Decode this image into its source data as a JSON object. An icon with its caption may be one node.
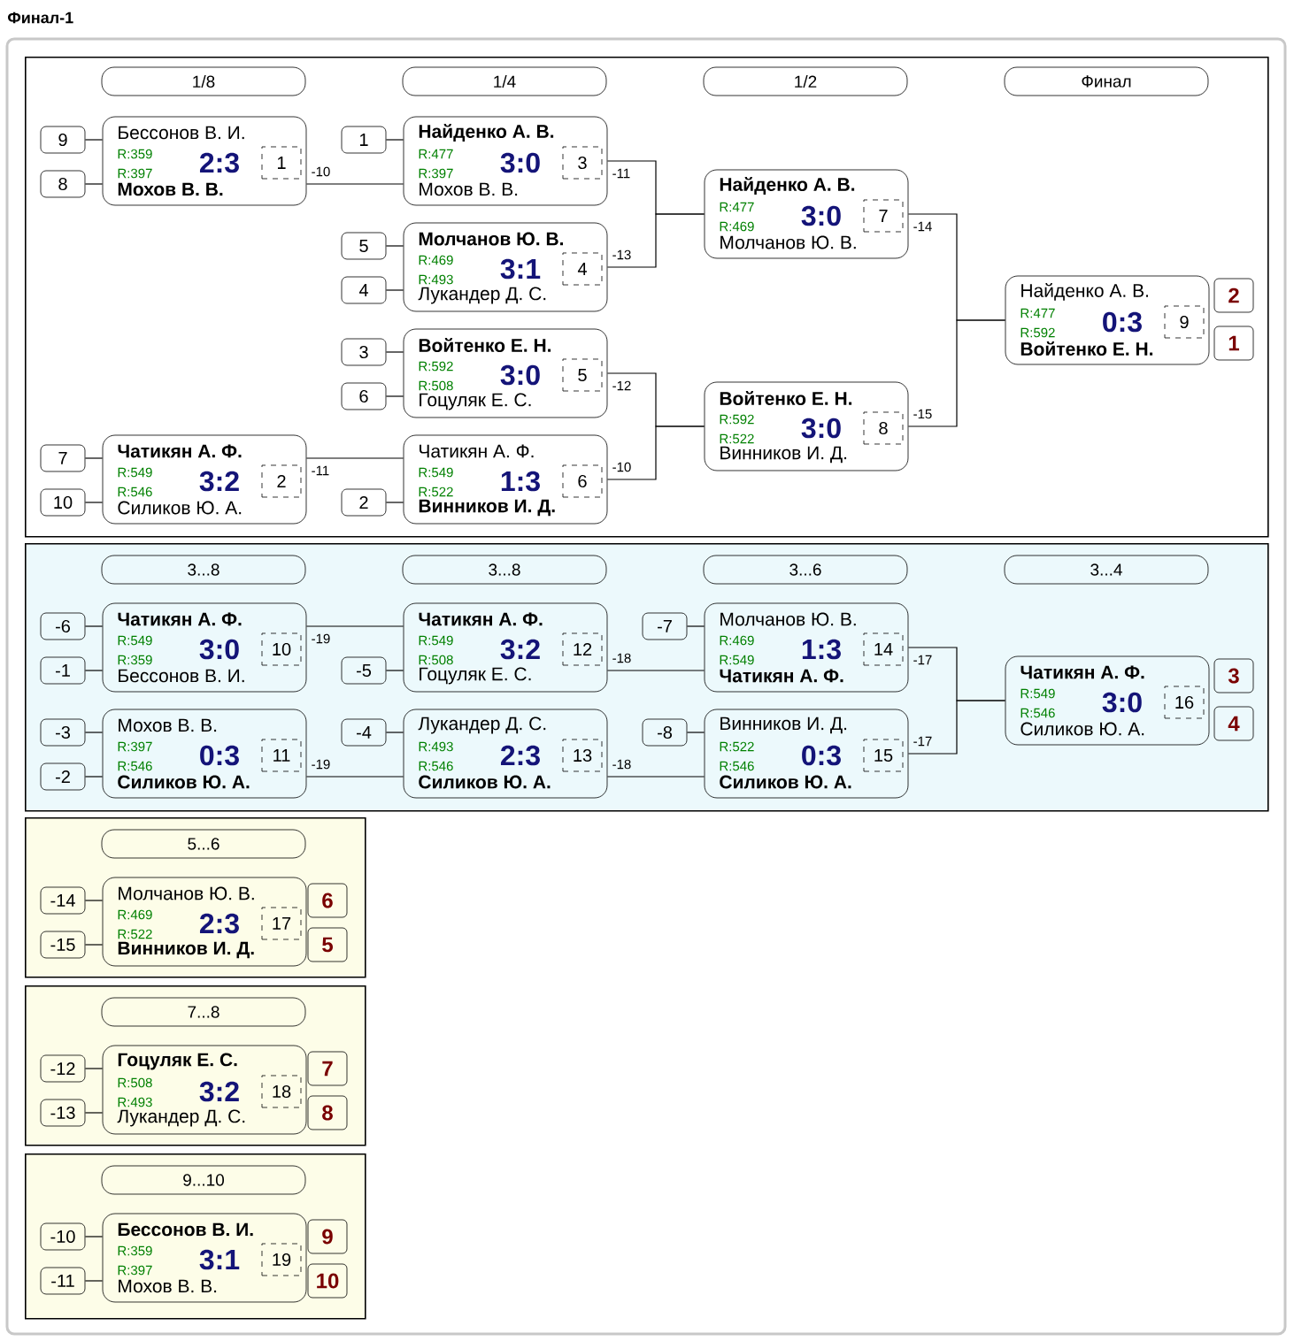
{
  "diagram": {
    "title": "Финал-1",
    "nodes": [
      {
        "text": [],
        "shape": "box"
      },
      {
        "text": [
          "1/8"
        ],
        "in": 0
      },
      {
        "text": [
          "1/4"
        ],
        "in": 0
      },
      {
        "text": [
          "1/2"
        ],
        "in": 0
      },
      {
        "text": [
          "Финал"
        ],
        "in": 0
      },
      {
        "text": [
          "9"
        ],
        "in": 0
      },
      {
        "text": [
          "Бессонов В. И.",
          "R:359",
          "2:3",
          "R:397",
          "Мохов В. В."
        ],
        "in": 0
      },
      {
        "text": [
          "1"
        ],
        "in": 6
      },
      {
        "text": [
          "1"
        ],
        "in": 0
      },
      {
        "text": [
          "Найденко А. В.",
          "R:477",
          "3:0",
          "R:397",
          "Мохов В. В."
        ],
        "in": 0
      },
      {
        "text": [
          "3"
        ],
        "in": 9
      },
      {
        "text": [
          "8"
        ],
        "in": 0
      },
      {
        "text": [
          "Найденко А. В.",
          "R:477",
          "3:0",
          "R:469",
          "Молчанов Ю. В."
        ],
        "in": 0
      },
      {
        "text": [
          "7"
        ],
        "in": 12
      },
      {
        "text": [
          "5"
        ],
        "in": 0
      },
      {
        "text": [
          "Молчанов Ю. В.",
          "R:469",
          "3:1",
          "R:493",
          "Лукандер Д. С."
        ],
        "in": 0
      },
      {
        "text": [
          "4"
        ],
        "in": 15
      },
      {
        "text": [
          "4"
        ],
        "in": 0
      },
      {
        "text": [
          "Найденко А. В.",
          "R:477",
          "0:3",
          "R:592",
          "Войтенко Е. Н."
        ],
        "in": 0
      },
      {
        "text": [
          "9"
        ],
        "in": 18
      },
      {
        "text": [
          "2"
        ],
        "in": 0
      },
      {
        "text": [
          "1"
        ],
        "in": 0
      },
      {
        "text": [
          "3"
        ],
        "in": 0
      },
      {
        "text": [
          "Войтенко Е. Н.",
          "R:592",
          "3:0",
          "R:508",
          "Гоцуляк Е. С."
        ],
        "in": 0
      },
      {
        "text": [
          "5"
        ],
        "in": 23
      },
      {
        "text": [
          "6"
        ],
        "in": 0
      },
      {
        "text": [
          "Войтенко Е. Н.",
          "R:592",
          "3:0",
          "R:522",
          "Винников И. Д."
        ],
        "in": 0
      },
      {
        "text": [
          "8"
        ],
        "in": 26
      },
      {
        "text": [
          "7"
        ],
        "in": 0
      },
      {
        "text": [
          "Чатикян А. Ф.",
          "R:549",
          "3:2",
          "R:546",
          "Силиков Ю. А."
        ],
        "in": 0
      },
      {
        "text": [
          "2"
        ],
        "in": 29
      },
      {
        "text": [
          "Чатикян А. Ф.",
          "R:549",
          "1:3",
          "R:522",
          "Винников И. Д."
        ],
        "in": 0
      },
      {
        "text": [
          "6"
        ],
        "in": 31
      },
      {
        "text": [
          "10"
        ],
        "in": 0
      },
      {
        "text": [
          "2"
        ],
        "in": 0
      },
      {
        "text": [],
        "shape": "box"
      },
      {
        "text": [
          "3...8"
        ],
        "in": 35
      },
      {
        "text": [
          "3...8"
        ],
        "in": 35
      },
      {
        "text": [
          "3...6"
        ],
        "in": 35
      },
      {
        "text": [
          "3...4"
        ],
        "in": 35
      },
      {
        "text": [
          "-6"
        ],
        "in": 35
      },
      {
        "text": [
          "Чатикян А. Ф.",
          "R:549",
          "3:0",
          "R:359",
          "Бессонов В. И."
        ],
        "in": 35
      },
      {
        "text": [
          "10"
        ],
        "in": 41
      },
      {
        "text": [
          "Чатикян А. Ф.",
          "R:549",
          "3:2",
          "R:508",
          "Гоцуляк Е. С."
        ],
        "in": 35
      },
      {
        "text": [
          "12"
        ],
        "in": 43
      },
      {
        "text": [
          "-7"
        ],
        "in": 35
      },
      {
        "text": [
          "Молчанов Ю. В.",
          "R:469",
          "1:3",
          "R:549",
          "Чатикян А. Ф."
        ],
        "in": 35
      },
      {
        "text": [
          "14"
        ],
        "in": 46
      },
      {
        "text": [
          "-1"
        ],
        "in": 35
      },
      {
        "text": [
          "-5"
        ],
        "in": 35
      },
      {
        "text": [
          "Чатикян А. Ф.",
          "R:549",
          "3:0",
          "R:546",
          "Силиков Ю. А."
        ],
        "in": 35
      },
      {
        "text": [
          "16"
        ],
        "in": 50
      },
      {
        "text": [
          "3"
        ],
        "in": 35
      },
      {
        "text": [
          "4"
        ],
        "in": 35
      },
      {
        "text": [
          "-3"
        ],
        "in": 35
      },
      {
        "text": [
          "Мохов В. В.",
          "R:397",
          "0:3",
          "R:546",
          "Силиков Ю. А."
        ],
        "in": 35
      },
      {
        "text": [
          "11"
        ],
        "in": 55
      },
      {
        "text": [
          "-4"
        ],
        "in": 35
      },
      {
        "text": [
          "Лукандер Д. С.",
          "R:493",
          "2:3",
          "R:546",
          "Силиков Ю. А."
        ],
        "in": 35
      },
      {
        "text": [
          "13"
        ],
        "in": 58
      },
      {
        "text": [
          "-8"
        ],
        "in": 35
      },
      {
        "text": [
          "Винников И. Д.",
          "R:522",
          "0:3",
          "R:546",
          "Силиков Ю. А."
        ],
        "in": 35
      },
      {
        "text": [
          "15"
        ],
        "in": 61
      },
      {
        "text": [
          "-2"
        ],
        "in": 35
      },
      {
        "text": [],
        "shape": "box"
      },
      {
        "text": [
          "5...6"
        ],
        "in": 64
      },
      {
        "text": [
          "-14"
        ],
        "in": 64
      },
      {
        "text": [
          "Молчанов Ю. В.",
          "R:469",
          "2:3",
          "R:522",
          "Винников И. Д."
        ],
        "in": 64
      },
      {
        "text": [
          "17"
        ],
        "in": 67
      },
      {
        "text": [
          "6"
        ],
        "in": 64
      },
      {
        "text": [
          "-15"
        ],
        "in": 64
      },
      {
        "text": [
          "5"
        ],
        "in": 64
      },
      {
        "text": [],
        "shape": "box"
      },
      {
        "text": [
          "7...8"
        ],
        "in": 72
      },
      {
        "text": [
          "-12"
        ],
        "in": 72
      },
      {
        "text": [
          "Гоцуляк Е. С.",
          "R:508",
          "3:2",
          "R:493",
          "Лукандер Д. С."
        ],
        "in": 72
      },
      {
        "text": [
          "18"
        ],
        "in": 75
      },
      {
        "text": [
          "7"
        ],
        "in": 72
      },
      {
        "text": [
          "-13"
        ],
        "in": 72
      },
      {
        "text": [
          "8"
        ],
        "in": 72
      },
      {
        "text": [],
        "shape": "box"
      },
      {
        "text": [
          "9...10"
        ],
        "in": 80
      },
      {
        "text": [
          "-10"
        ],
        "in": 80
      },
      {
        "text": [
          "Бессонов В. И.",
          "R:359",
          "3:1",
          "R:397",
          "Мохов В. В."
        ],
        "in": 80
      },
      {
        "text": [
          "19"
        ],
        "in": 83
      },
      {
        "text": [
          "9"
        ],
        "in": 80
      },
      {
        "text": [
          "-11"
        ],
        "in": 80
      },
      {
        "text": [
          "10"
        ],
        "in": 80
      }
    ],
    "edges": [
      {
        "from": 5,
        "to": 6,
        "arrow": "none"
      },
      {
        "from": 11,
        "to": 6,
        "arrow": "none"
      },
      {
        "from": 8,
        "to": 9,
        "arrow": "none"
      },
      {
        "from": 14,
        "to": 15,
        "arrow": "none"
      },
      {
        "from": 17,
        "to": 15,
        "arrow": "none"
      },
      {
        "from": 22,
        "to": 23,
        "arrow": "none"
      },
      {
        "from": 25,
        "to": 23,
        "arrow": "none"
      },
      {
        "from": 28,
        "to": 29,
        "arrow": "none"
      },
      {
        "from": 33,
        "to": 29,
        "arrow": "none"
      },
      {
        "from": 34,
        "to": 31,
        "arrow": "none"
      },
      {
        "from": 6,
        "to": 9,
        "arrow": "none",
        "label": "-10"
      },
      {
        "from": 29,
        "to": 31,
        "arrow": "none",
        "label": "-11"
      },
      {
        "from": 9,
        "to": 12,
        "arrow": "none",
        "label": "-11"
      },
      {
        "from": 15,
        "to": 12,
        "arrow": "none",
        "label": "-13"
      },
      {
        "from": 23,
        "to": 26,
        "arrow": "none",
        "label": "-12"
      },
      {
        "from": 31,
        "to": 26,
        "arrow": "none",
        "label": "-10"
      },
      {
        "from": 12,
        "to": 18,
        "arrow": "none",
        "label": "-14"
      },
      {
        "from": 26,
        "to": 18,
        "arrow": "none",
        "label": "-15"
      },
      {
        "from": 40,
        "to": 41,
        "arrow": "none"
      },
      {
        "from": 48,
        "to": 41,
        "arrow": "none"
      },
      {
        "from": 49,
        "to": 43,
        "arrow": "none"
      },
      {
        "from": 45,
        "to": 46,
        "arrow": "none"
      },
      {
        "from": 54,
        "to": 55,
        "arrow": "none"
      },
      {
        "from": 63,
        "to": 55,
        "arrow": "none"
      },
      {
        "from": 57,
        "to": 58,
        "arrow": "none"
      },
      {
        "from": 60,
        "to": 61,
        "arrow": "none"
      },
      {
        "from": 41,
        "to": 43,
        "arrow": "none",
        "label": "-19"
      },
      {
        "from": 55,
        "to": 58,
        "arrow": "none",
        "label": "-19"
      },
      {
        "from": 43,
        "to": 46,
        "arrow": "none",
        "label": "-18"
      },
      {
        "from": 58,
        "to": 61,
        "arrow": "none",
        "label": "-18"
      },
      {
        "from": 46,
        "to": 50,
        "arrow": "none",
        "label": "-17"
      },
      {
        "from": 61,
        "to": 50,
        "arrow": "none",
        "label": "-17"
      },
      {
        "from": 66,
        "to": 67,
        "arrow": "none"
      },
      {
        "from": 70,
        "to": 67,
        "arrow": "none"
      },
      {
        "from": 74,
        "to": 75,
        "arrow": "none"
      },
      {
        "from": 78,
        "to": 75,
        "arrow": "none"
      },
      {
        "from": 82,
        "to": 83,
        "arrow": "none"
      },
      {
        "from": 86,
        "to": 83,
        "arrow": "none"
      }
    ]
  }
}
